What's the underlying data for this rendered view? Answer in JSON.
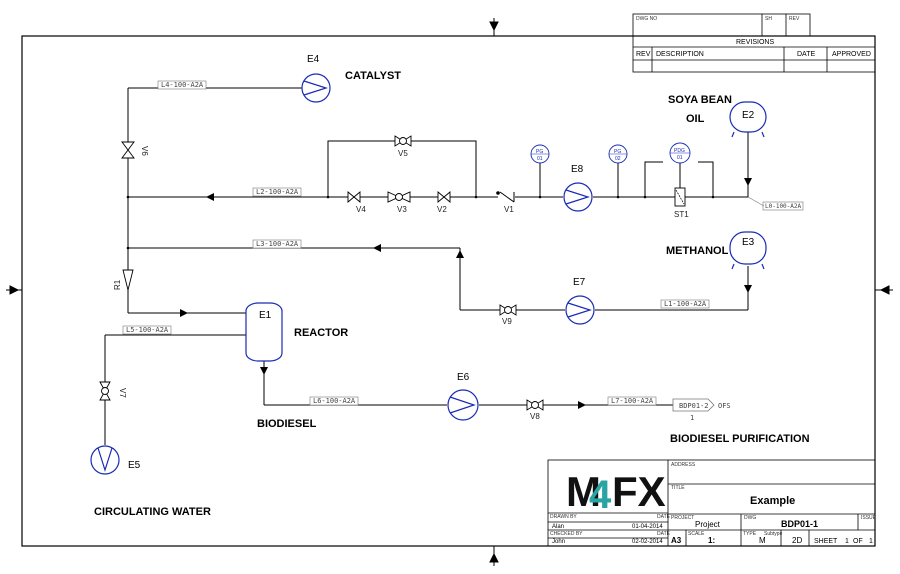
{
  "header": {
    "dwg_no_label": "DWG NO",
    "sh_label": "SH",
    "rev_label": "REV",
    "revisions_label": "REVISIONS",
    "rev_col": "REV",
    "description_col": "DESCRIPTION",
    "date_col": "DATE",
    "approved_col": "APPROVED"
  },
  "labels": {
    "catalyst": "CATALYST",
    "soya_line1": "SOYA BEAN",
    "soya_line2": "OIL",
    "methanol": "METHANOL",
    "reactor": "REACTOR",
    "biodiesel": "BIODIESEL",
    "biodiesel_purification": "BIODIESEL PURIFICATION",
    "circulating_water": "CIRCULATING WATER"
  },
  "equipment": {
    "e1": "E1",
    "e2": "E2",
    "e3": "E3",
    "e4": "E4",
    "e5": "E5",
    "e6": "E6",
    "e7": "E7",
    "e8": "E8"
  },
  "valves": {
    "v1": "V1",
    "v2": "V2",
    "v3": "V3",
    "v4": "V4",
    "v5": "V5",
    "v6": "V6",
    "v7": "V7",
    "v8": "V8",
    "v9": "V9",
    "r1": "R1",
    "st1": "ST1"
  },
  "instruments": {
    "pg01_tag": "PG",
    "pg01_num": "01",
    "pg02_tag": "PG",
    "pg02_num": "02",
    "pdg01_tag": "PDG",
    "pdg01_num": "01"
  },
  "lines": {
    "l0": "L0-100-A2A",
    "l1": "L1-100-A2A",
    "l2": "L2-100-A2A",
    "l3": "L3-100-A2A",
    "l4": "L4-100-A2A",
    "l5": "L5-100-A2A",
    "l6": "L6-100-A2A",
    "l7": "L7-100-A2A"
  },
  "offpage": {
    "ref": "BDP01-2",
    "ofs": "OFS",
    "num": "1"
  },
  "title_block": {
    "logo_m": "M",
    "logo_4": "4",
    "logo_fx": "FX",
    "address_label": "ADDRESS",
    "title_label": "TITLE",
    "title": "Example",
    "drawn_by_label": "DRAWN BY",
    "drawn_by": "Alan",
    "drawn_date_label": "DATE",
    "drawn_date": "01-04-2014",
    "checked_by_label": "CHECKED BY",
    "checked_by": "John",
    "checked_date_label": "DATE",
    "checked_date": "02-02-2014",
    "project_label": "PROJECT",
    "project": "Project",
    "dwg_label": "DWG",
    "dwg": "BDP01-1",
    "issue_label": "ISSUE",
    "size": "A3",
    "scale_label": "SCALE",
    "scale": "1:",
    "type_label": "TYPE",
    "type_value": "M",
    "subtype_label": "Subtype",
    "dim": "2D",
    "sheet_label": "SHEET",
    "sheet": "1",
    "of_label": "OF",
    "of": "1"
  }
}
